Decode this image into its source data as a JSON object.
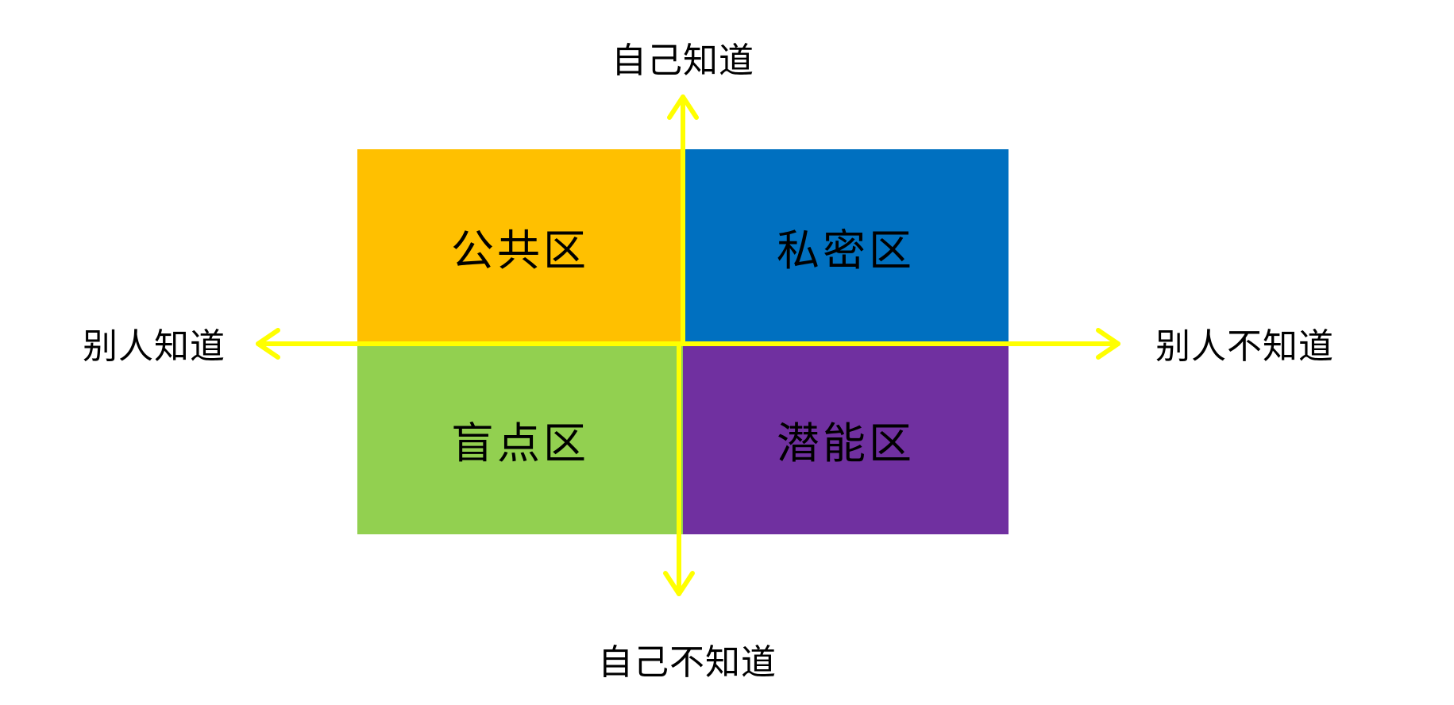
{
  "quadrants": {
    "top_left": {
      "label": "公共区",
      "color": "#FFC000"
    },
    "top_right": {
      "label": "私密区",
      "color": "#0070C0"
    },
    "bottom_left": {
      "label": "盲点区",
      "color": "#92D050"
    },
    "bottom_right": {
      "label": "潜能区",
      "color": "#7030A0"
    }
  },
  "axes": {
    "color": "#FFFF00",
    "top": "自己知道",
    "bottom": "自己不知道",
    "left": "别人知道",
    "right": "别人不知道"
  }
}
